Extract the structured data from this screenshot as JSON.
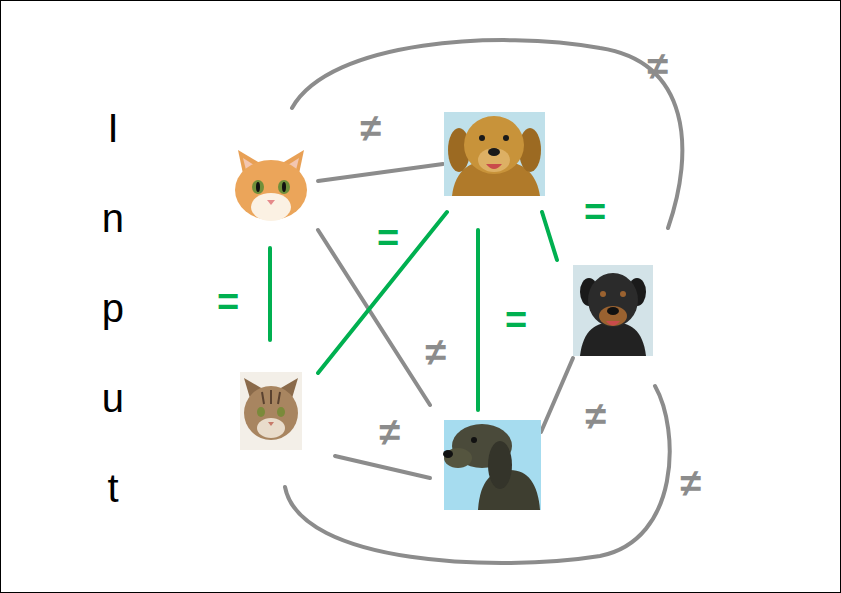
{
  "diagram": {
    "labels": [
      "Input",
      "≠",
      "≠",
      "=",
      "=",
      "=",
      "=",
      "≠",
      "≠",
      "≠",
      "≠"
    ]
  }
}
